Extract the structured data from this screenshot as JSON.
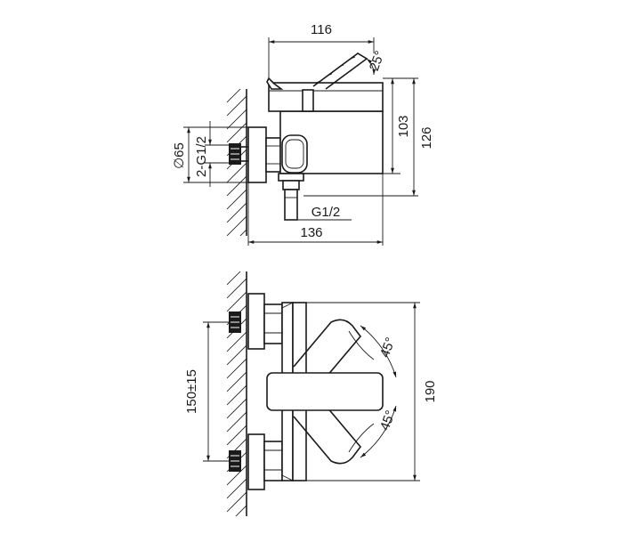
{
  "top_view": {
    "dim_width_top": "116",
    "angle_lever": "25°",
    "dim_height_inner": "103",
    "dim_height_outer": "126",
    "dim_diameter": "∅65",
    "dim_inlet_thread": "2-G1/2",
    "dim_outlet_thread": "G1/2",
    "dim_width_bottom": "136"
  },
  "front_view": {
    "dim_center_distance": "150±15",
    "dim_height": "190",
    "angle_upper": "45°",
    "angle_lower": "45°"
  }
}
